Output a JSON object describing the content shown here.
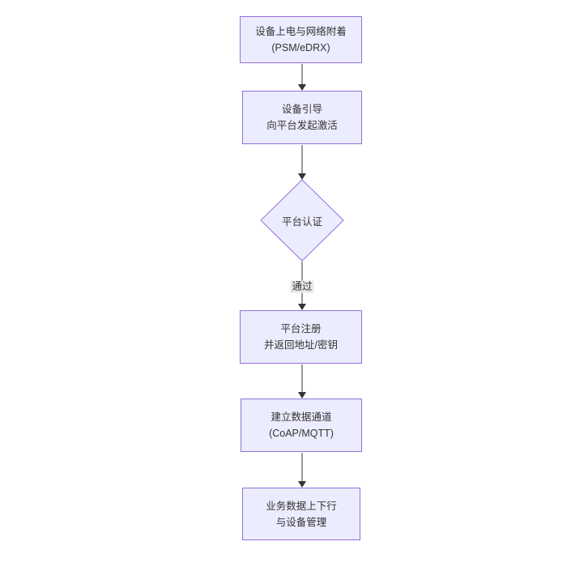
{
  "diagram": {
    "type": "flowchart",
    "direction": "top-down",
    "nodes": [
      {
        "id": "power-on-attach",
        "shape": "rect",
        "lines": [
          "设备上电与网络附着",
          "(PSM/eDRX)"
        ]
      },
      {
        "id": "bootstrap-activate",
        "shape": "rect",
        "lines": [
          "设备引导",
          "向平台发起激活"
        ]
      },
      {
        "id": "platform-auth",
        "shape": "diamond",
        "lines": [
          "平台认证"
        ]
      },
      {
        "id": "platform-register",
        "shape": "rect",
        "lines": [
          "平台注册",
          "并返回地址/密钥"
        ]
      },
      {
        "id": "data-channel",
        "shape": "rect",
        "lines": [
          "建立数据通道",
          "(CoAP/MQTT)"
        ]
      },
      {
        "id": "business-data",
        "shape": "rect",
        "lines": [
          "业务数据上下行",
          "与设备管理"
        ]
      }
    ],
    "edges": [
      {
        "from": "power-on-attach",
        "to": "bootstrap-activate",
        "label": ""
      },
      {
        "from": "bootstrap-activate",
        "to": "platform-auth",
        "label": ""
      },
      {
        "from": "platform-auth",
        "to": "platform-register",
        "label": "通过"
      },
      {
        "from": "platform-register",
        "to": "data-channel",
        "label": ""
      },
      {
        "from": "data-channel",
        "to": "business-data",
        "label": ""
      }
    ],
    "colors": {
      "node_fill": "#ECECFF",
      "node_border": "#9370DB",
      "text": "#333333",
      "edge_line": "#333333",
      "edge_label_bg": "#e8e8e8",
      "background": "#ffffff"
    }
  }
}
